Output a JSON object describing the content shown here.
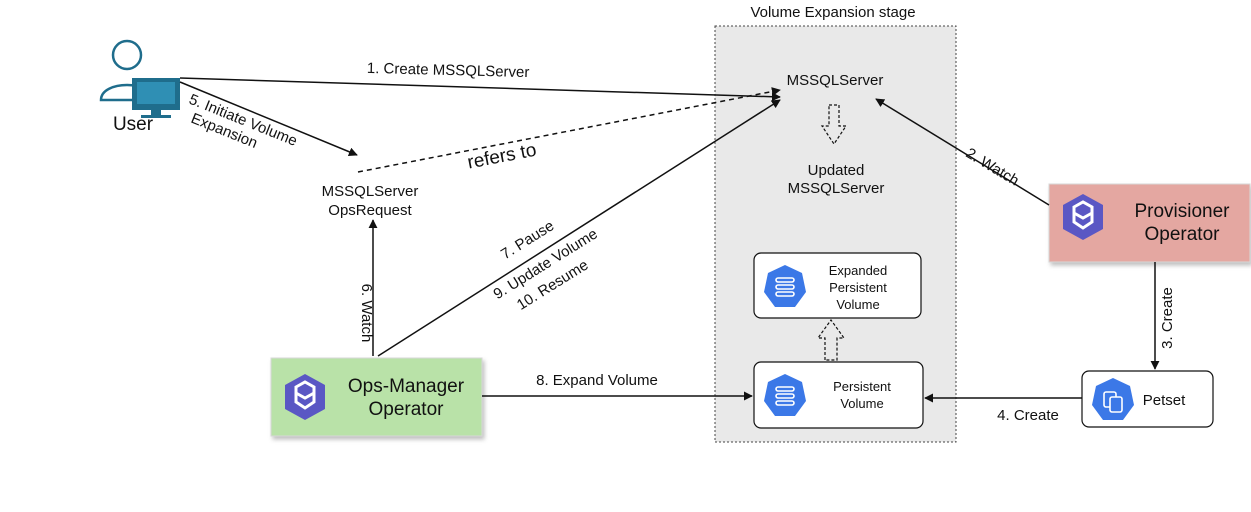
{
  "stage": {
    "title": "Volume Expansion stage"
  },
  "user": {
    "label": "User"
  },
  "nodes": {
    "mssqlserver": "MSSQLServer",
    "updated_line1": "Updated",
    "updated_line2": "MSSQLServer",
    "opsrequest_line1": "MSSQLServer",
    "opsrequest_line2": "OpsRequest",
    "provisioner_line1": "Provisioner",
    "provisioner_line2": "Operator",
    "opsmanager_line1": "Ops-Manager",
    "opsmanager_line2": "Operator",
    "expanded_pv_line1": "Expanded",
    "expanded_pv_line2": "Persistent",
    "expanded_pv_line3": "Volume",
    "pv_line1": "Persistent",
    "pv_line2": "Volume",
    "petset": "Petset"
  },
  "edges": {
    "create_mssql": "1. Create MSSQLServer",
    "watch_provisioner": "2. Watch",
    "create_petset": "3. Create",
    "create_pv": "4. Create",
    "initiate_line1": "5. Initiate Volume",
    "initiate_line2": "Expansion",
    "watch_opsmanager": "6. Watch",
    "pause": "7. Pause",
    "expand": "8. Expand Volume",
    "update": "9. Update Volume",
    "resume": "10. Resume",
    "refers": "refers to"
  },
  "colors": {
    "stage_bg": "#e9e9e9",
    "provisioner_bg": "#e4a7a1",
    "opsmanager_bg": "#b9e2a8",
    "icon_blue": "#3b78e7",
    "operator_icon": "#5a57c4",
    "user_icon": "#1f6d8c"
  }
}
